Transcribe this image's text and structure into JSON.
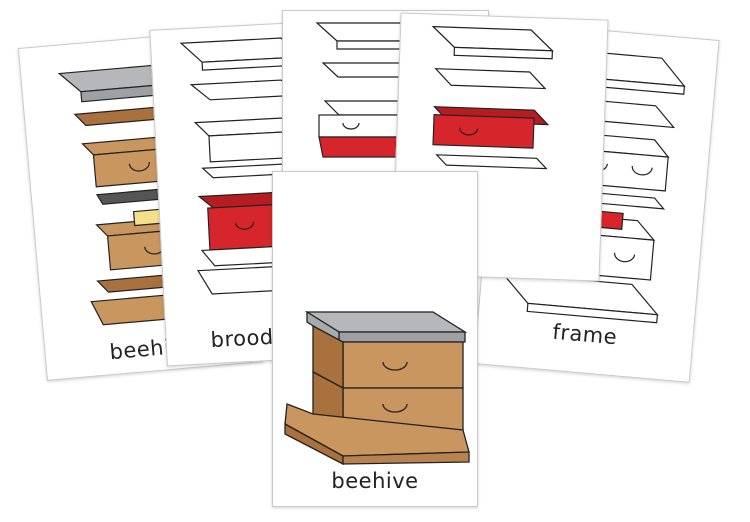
{
  "cards": {
    "beehive_back": {
      "label": "beehive"
    },
    "brood": {
      "label": "brood chamber"
    },
    "frame": {
      "label": "frame"
    },
    "beehive_front": {
      "label": "beehive"
    }
  },
  "colors": {
    "wood": "#c9965f",
    "wood_dark": "#a9713d",
    "roof": "#b5b7ba",
    "highlight": "#d7262b",
    "outline": "#222222",
    "paper": "#ffffff"
  }
}
